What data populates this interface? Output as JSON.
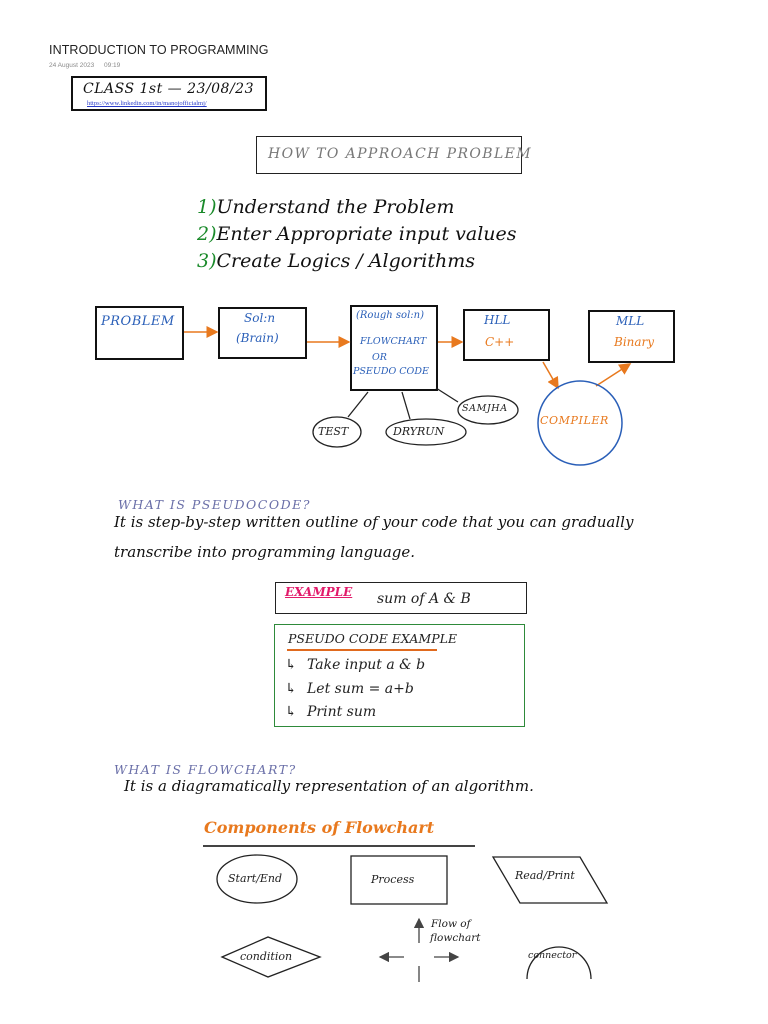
{
  "header": {
    "title": "INTRODUCTION TO PROGRAMMING",
    "date": "24 August 2023",
    "time": "09:19"
  },
  "class_box": {
    "text": "CLASS 1st — 23/08/23",
    "link": "https://www.linkedin.com/in/manojofficialmj/"
  },
  "approach": {
    "title": "HOW TO APPROACH PROBLEM",
    "steps": [
      {
        "num": "1)",
        "text": "Understand the Problem"
      },
      {
        "num": "2)",
        "text": "Enter Appropriate input values"
      },
      {
        "num": "3)",
        "text": "Create Logics / Algorithms"
      }
    ]
  },
  "flow": {
    "problem": "PROBLEM",
    "soln": "Sol:n",
    "brain": "(Brain)",
    "rough": "(Rough sol:n)",
    "flowchart": "FLOWCHART",
    "or": "OR",
    "pseudocode": "PSEUDO CODE",
    "hll": "HLL",
    "cpp": "C++",
    "mll": "MLL",
    "binary": "Binary",
    "compiler": "COMPILER",
    "test": "TEST",
    "dryrun": "DRYRUN",
    "samjha": "SAMJHA"
  },
  "pseudocode_section": {
    "heading": "WHAT IS PSEUDOCODE?",
    "line1": "It is step-by-step written outline of your code that you can gradually",
    "line2": "transcribe into programming language."
  },
  "example": {
    "label": "EXAMPLE",
    "sum": "sum of A & B",
    "title": "PSEUDO CODE EXAMPLE",
    "items": [
      "Take input a & b",
      "Let sum = a+b",
      "Print sum"
    ]
  },
  "flowchart_section": {
    "heading": "WHAT IS FLOWCHART?",
    "body": "It is a diagramatically representation of an algorithm."
  },
  "components": {
    "title": "Components of Flowchart",
    "start_end": "Start/End",
    "process": "Process",
    "read_print": "Read/Print",
    "condition": "condition",
    "flow_of": "Flow of",
    "flowchart": "flowchart",
    "connector": "connector"
  },
  "colors": {
    "green": "#1a8a2a",
    "orange": "#e8791e",
    "blue": "#2a5fb8",
    "pink": "#e21a6a",
    "lavender": "#6a6fa8"
  }
}
